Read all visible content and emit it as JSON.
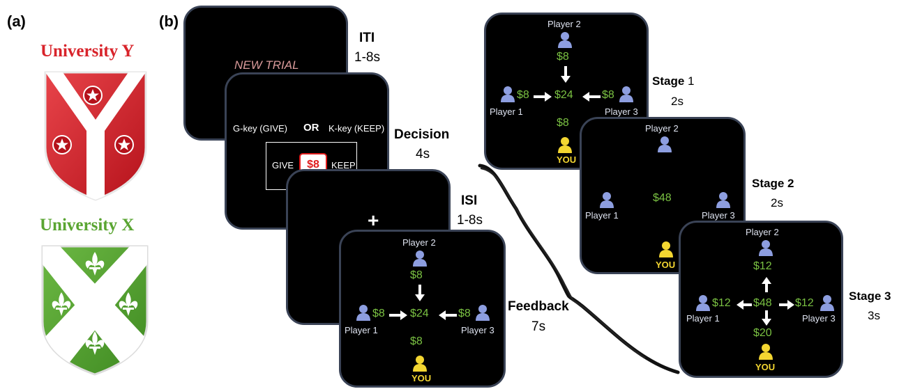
{
  "panels": {
    "a": "(a)",
    "b": "(b)"
  },
  "universities": {
    "y": {
      "name": "University Y",
      "color": "#d8232a"
    },
    "x": {
      "name": "University X",
      "color": "#5aa532"
    }
  },
  "steps": {
    "iti": {
      "title": "ITI",
      "time": "1-8s",
      "text": "NEW TRIAL"
    },
    "decision": {
      "title": "Decision",
      "time": "4s",
      "left_key": "G-key (GIVE)",
      "or": "OR",
      "right_key": "K-key (KEEP)",
      "give": "GIVE",
      "keep": "KEEP",
      "offer": "$8"
    },
    "isi": {
      "title": "ISI",
      "time": "1-8s",
      "fixation": "+"
    },
    "feedback": {
      "title": "Feedback",
      "time": "7s",
      "player2": "Player 2",
      "player1": "Player 1",
      "player3": "Player 3",
      "you": "YOU",
      "p2_amount": "$8",
      "p1_amount": "$8",
      "p3_amount": "$8",
      "center": "$24",
      "you_amount": "$8"
    }
  },
  "stages": {
    "s1": {
      "title": "Stage",
      "num": "1",
      "time": "2s",
      "player2": "Player 2",
      "player1": "Player 1",
      "player3": "Player 3",
      "you": "YOU",
      "p2_amount": "$8",
      "p1_amount": "$8",
      "p3_amount": "$8",
      "center": "$24",
      "you_amount": "$8"
    },
    "s2": {
      "title": "Stage 2",
      "time": "2s",
      "player2": "Player 2",
      "player1": "Player 1",
      "player3": "Player 3",
      "you": "YOU",
      "center": "$48"
    },
    "s3": {
      "title": "Stage 3",
      "time": "3s",
      "player2": "Player 2",
      "player1": "Player 1",
      "player3": "Player 3",
      "you": "YOU",
      "p2_amount": "$12",
      "p1_amount": "$12",
      "p3_amount": "$12",
      "center": "$48",
      "you_amount": "$20"
    }
  },
  "colors": {
    "screen_bg": "#000000",
    "screen_border": "#3a4356",
    "player": "#8d9ee0",
    "you": "#f3d631",
    "money": "#7ac142"
  },
  "icons": [
    "person-icon",
    "arrow-icon",
    "shield-y-icon",
    "shield-x-icon"
  ]
}
